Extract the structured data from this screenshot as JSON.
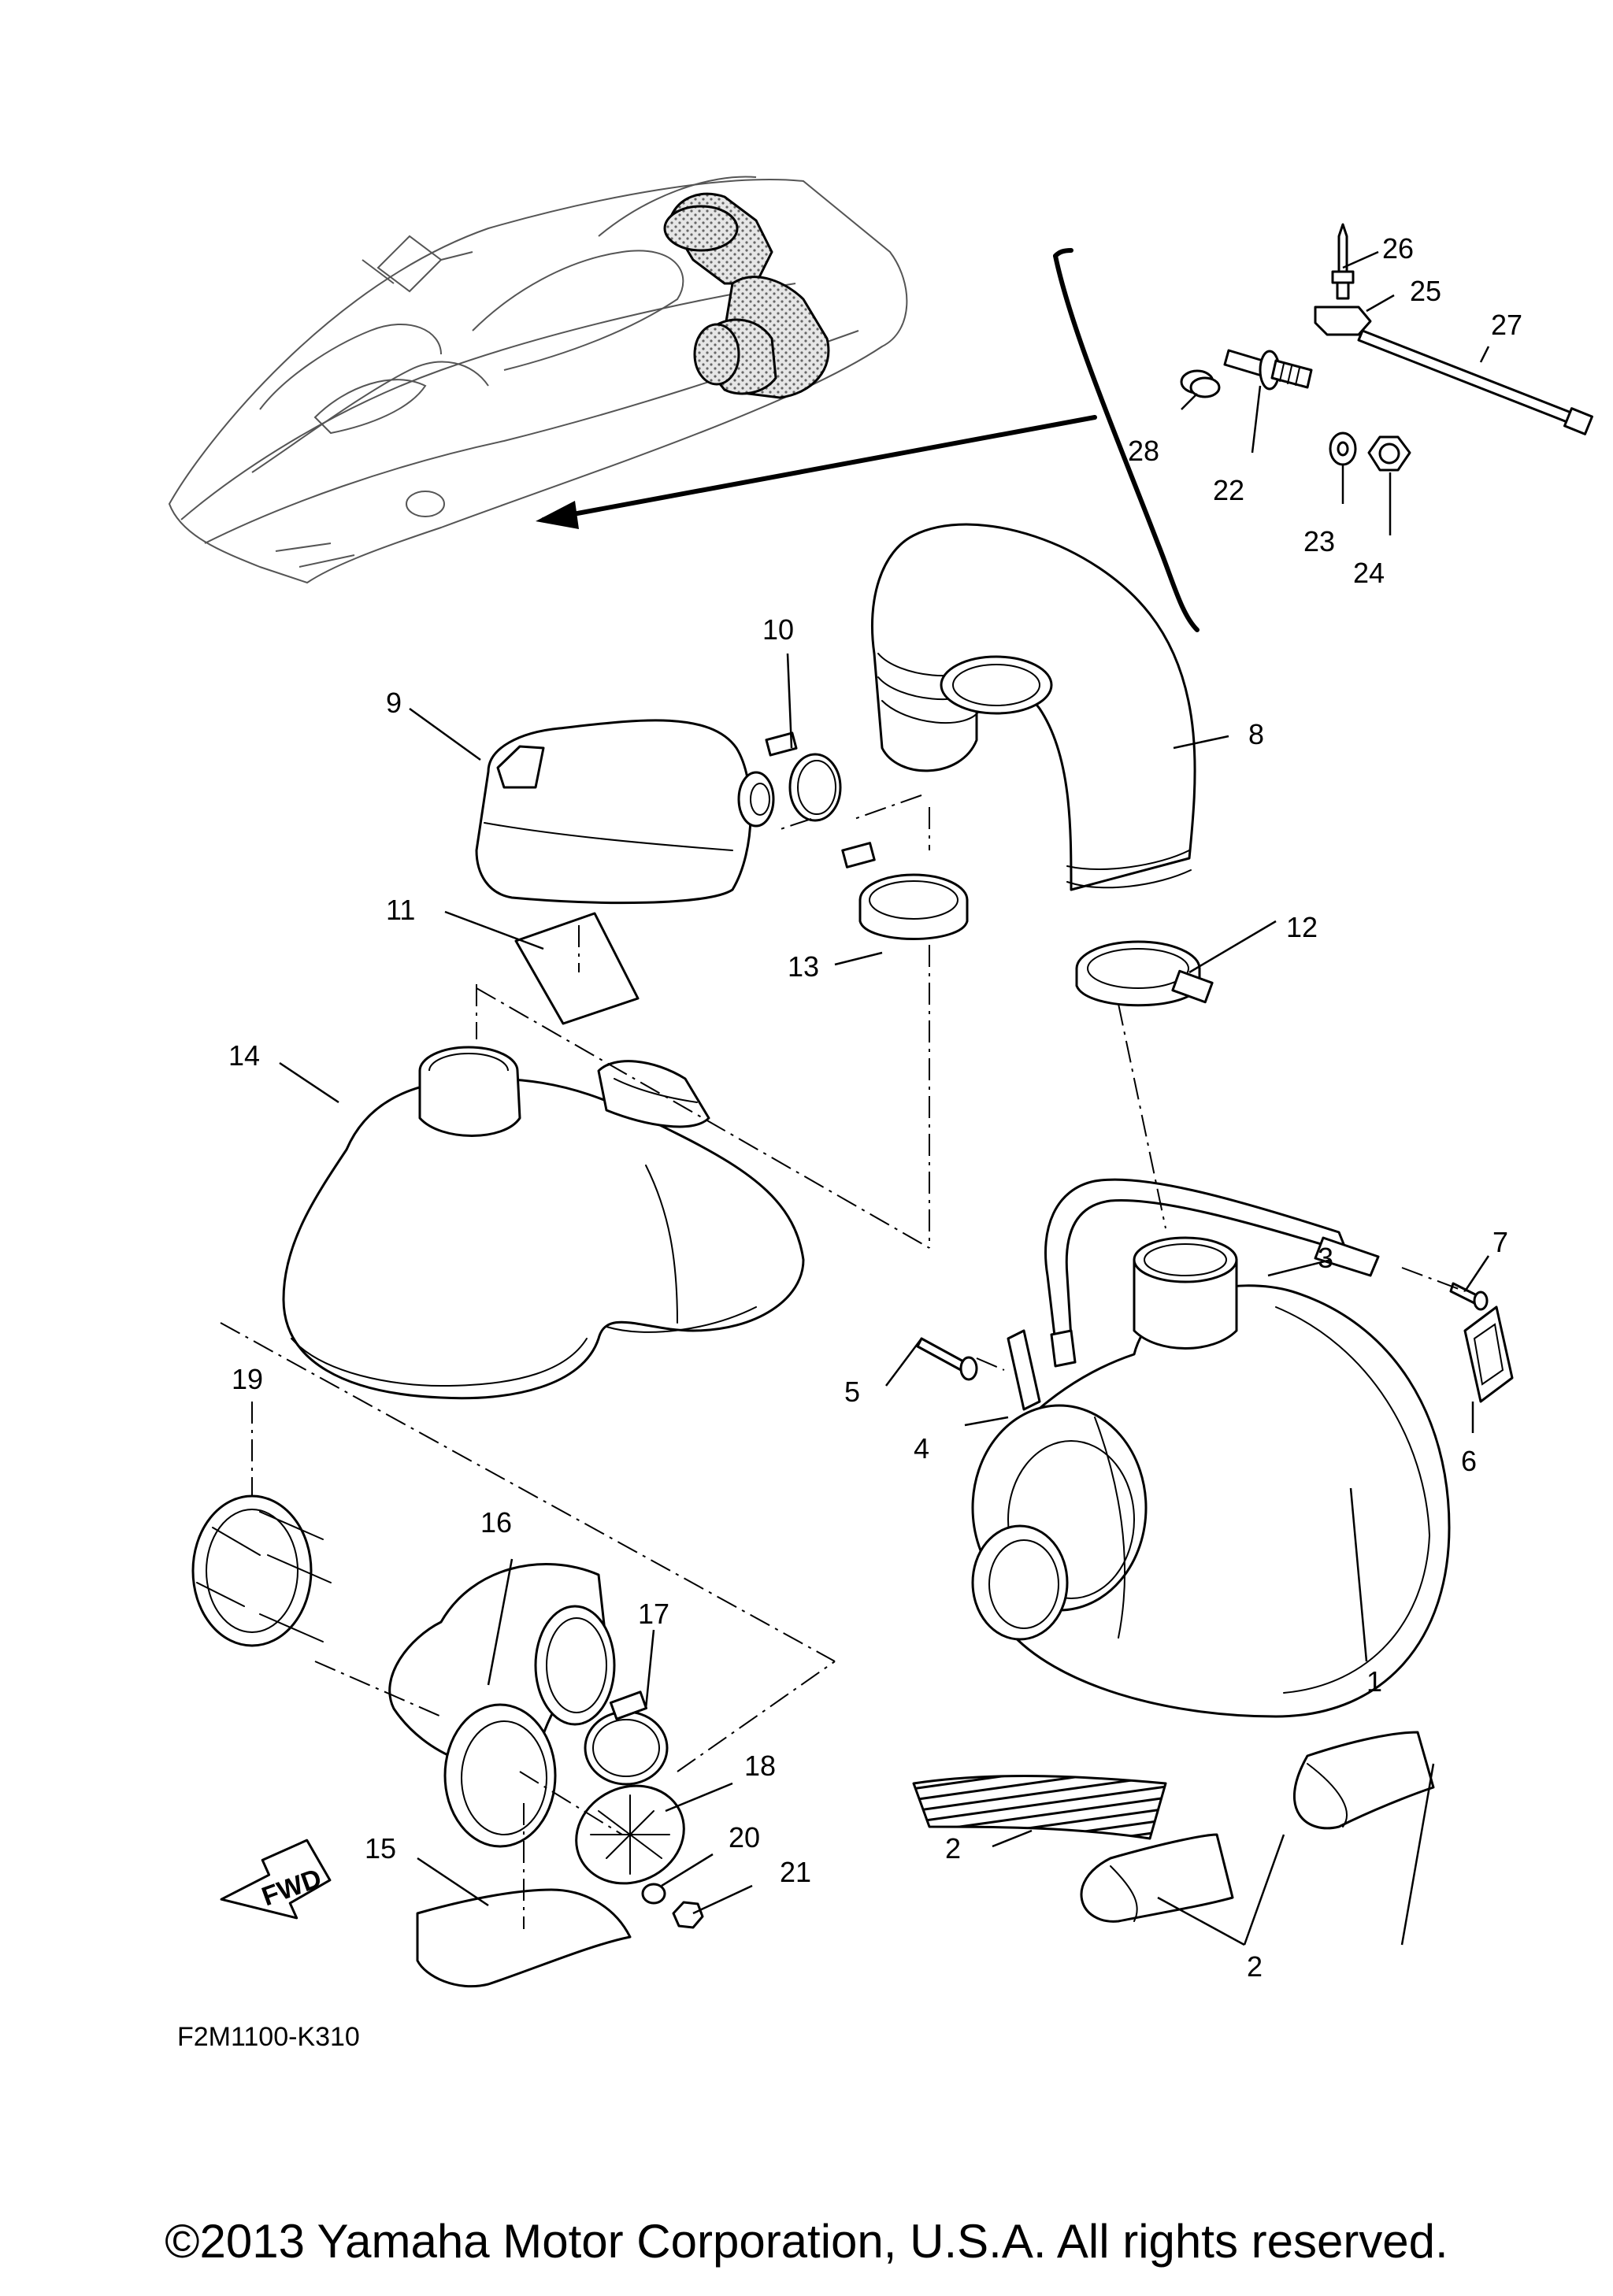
{
  "diagram_code": "F2M1100-K310",
  "copyright": "©2013 Yamaha Motor Corporation, U.S.A. All rights reserved.",
  "fwd_label": "FWD",
  "callouts": {
    "c1": "1",
    "c2a": "2",
    "c2b": "2",
    "c3": "3",
    "c4": "4",
    "c5": "5",
    "c6": "6",
    "c7": "7",
    "c8": "8",
    "c9": "9",
    "c10": "10",
    "c11": "11",
    "c12": "12",
    "c13": "13",
    "c14": "14",
    "c15": "15",
    "c16": "16",
    "c17": "17",
    "c18": "18",
    "c19": "19",
    "c20": "20",
    "c21": "21",
    "c22": "22",
    "c23": "23",
    "c24": "24",
    "c25": "25",
    "c26": "26",
    "c27": "27",
    "c28": "28"
  }
}
